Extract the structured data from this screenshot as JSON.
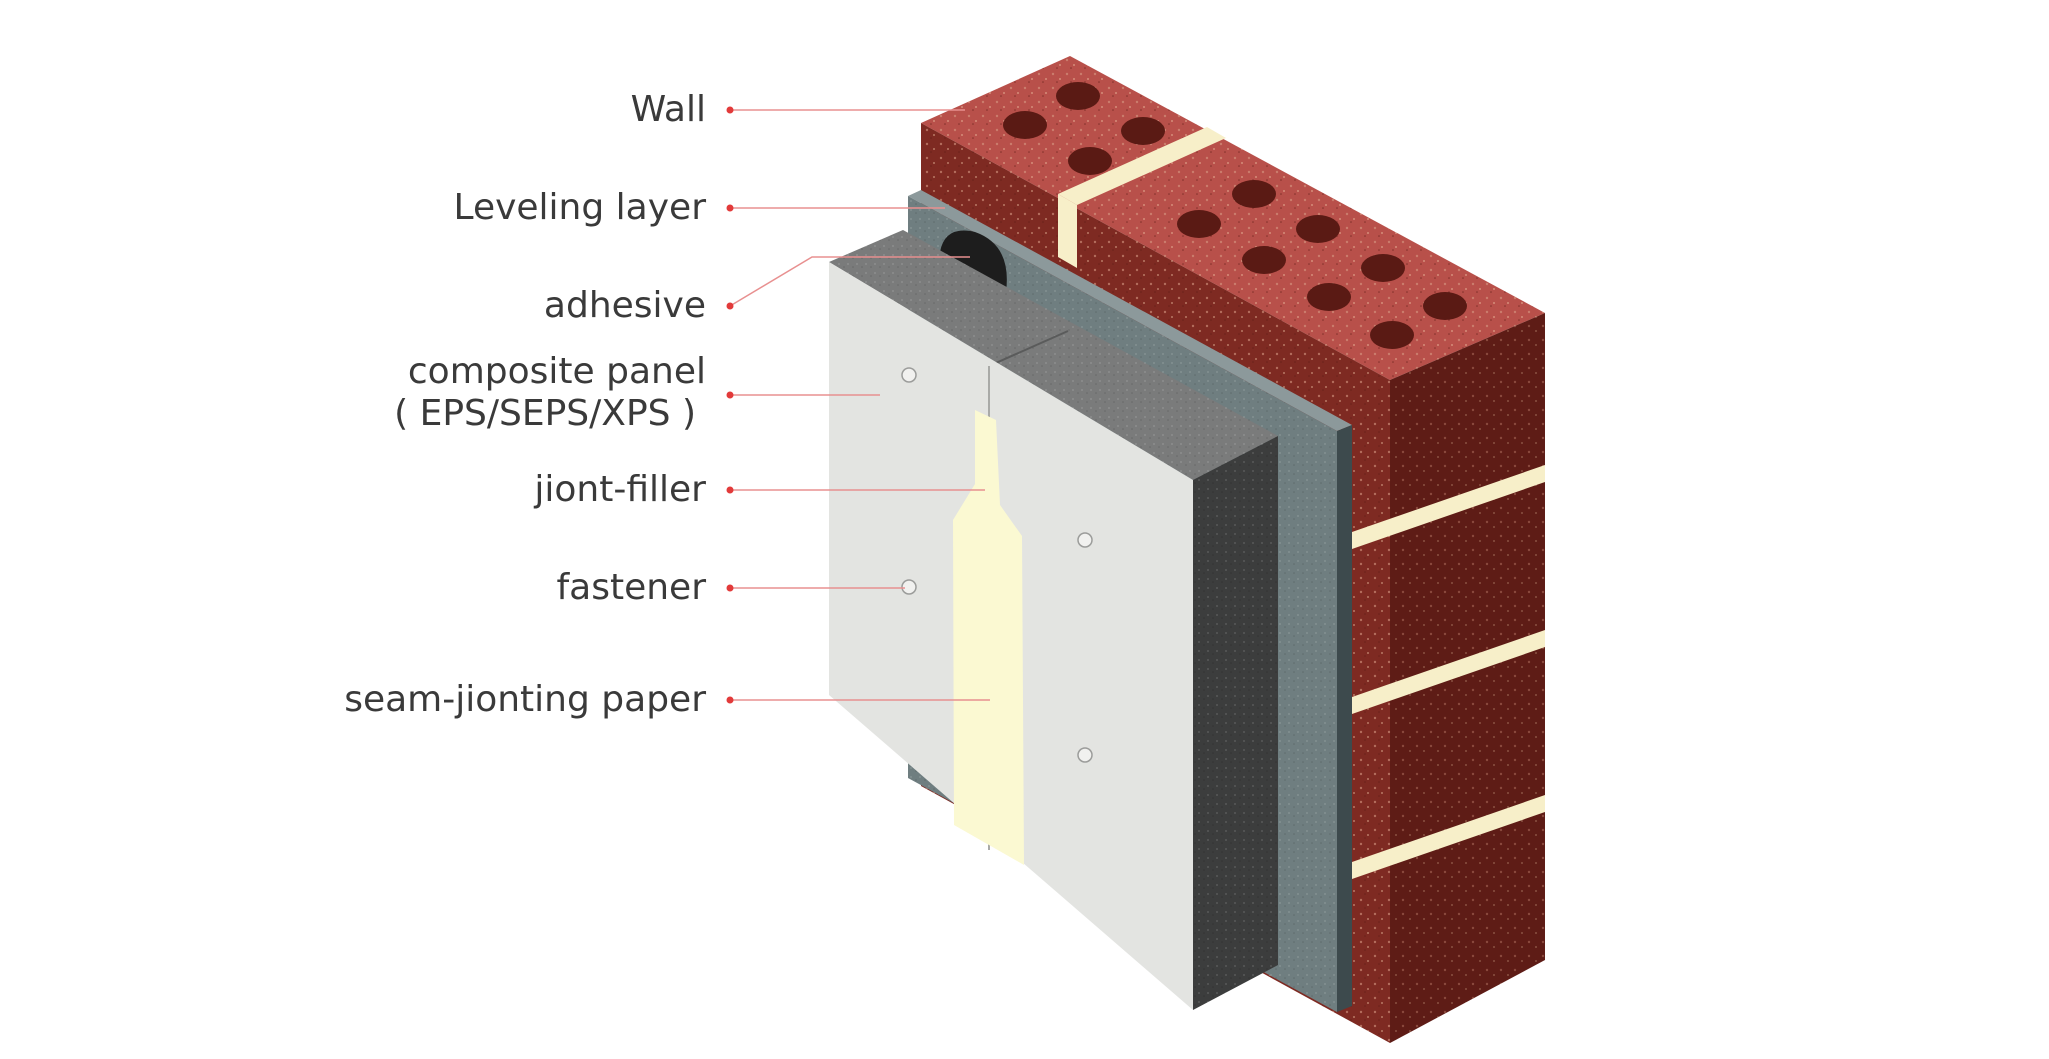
{
  "labels": {
    "wall": "Wall",
    "leveling_layer": "Leveling layer",
    "adhesive": "adhesive",
    "composite_panel_line1": "composite panel",
    "composite_panel_line2": "( EPS/SEPS/XPS )",
    "joint_filler": "jiont-filler",
    "fastener": "fastener",
    "seam_paper": "seam-jionting paper"
  },
  "colors": {
    "leader_line": "#e23a3a",
    "brick_top": "#b8504a",
    "brick_front": "#7e2a22",
    "brick_side": "#5e1c16",
    "mortar": "#f7efc9",
    "leveling_face": "#6f7e80",
    "leveling_side": "#3d4a4d",
    "panel_face": "#e3e4e1",
    "panel_top": "#7a7b7b",
    "panel_side": "#3c3d3d",
    "seam_paper": "#fbf9d2",
    "text": "#3a3a3a"
  }
}
